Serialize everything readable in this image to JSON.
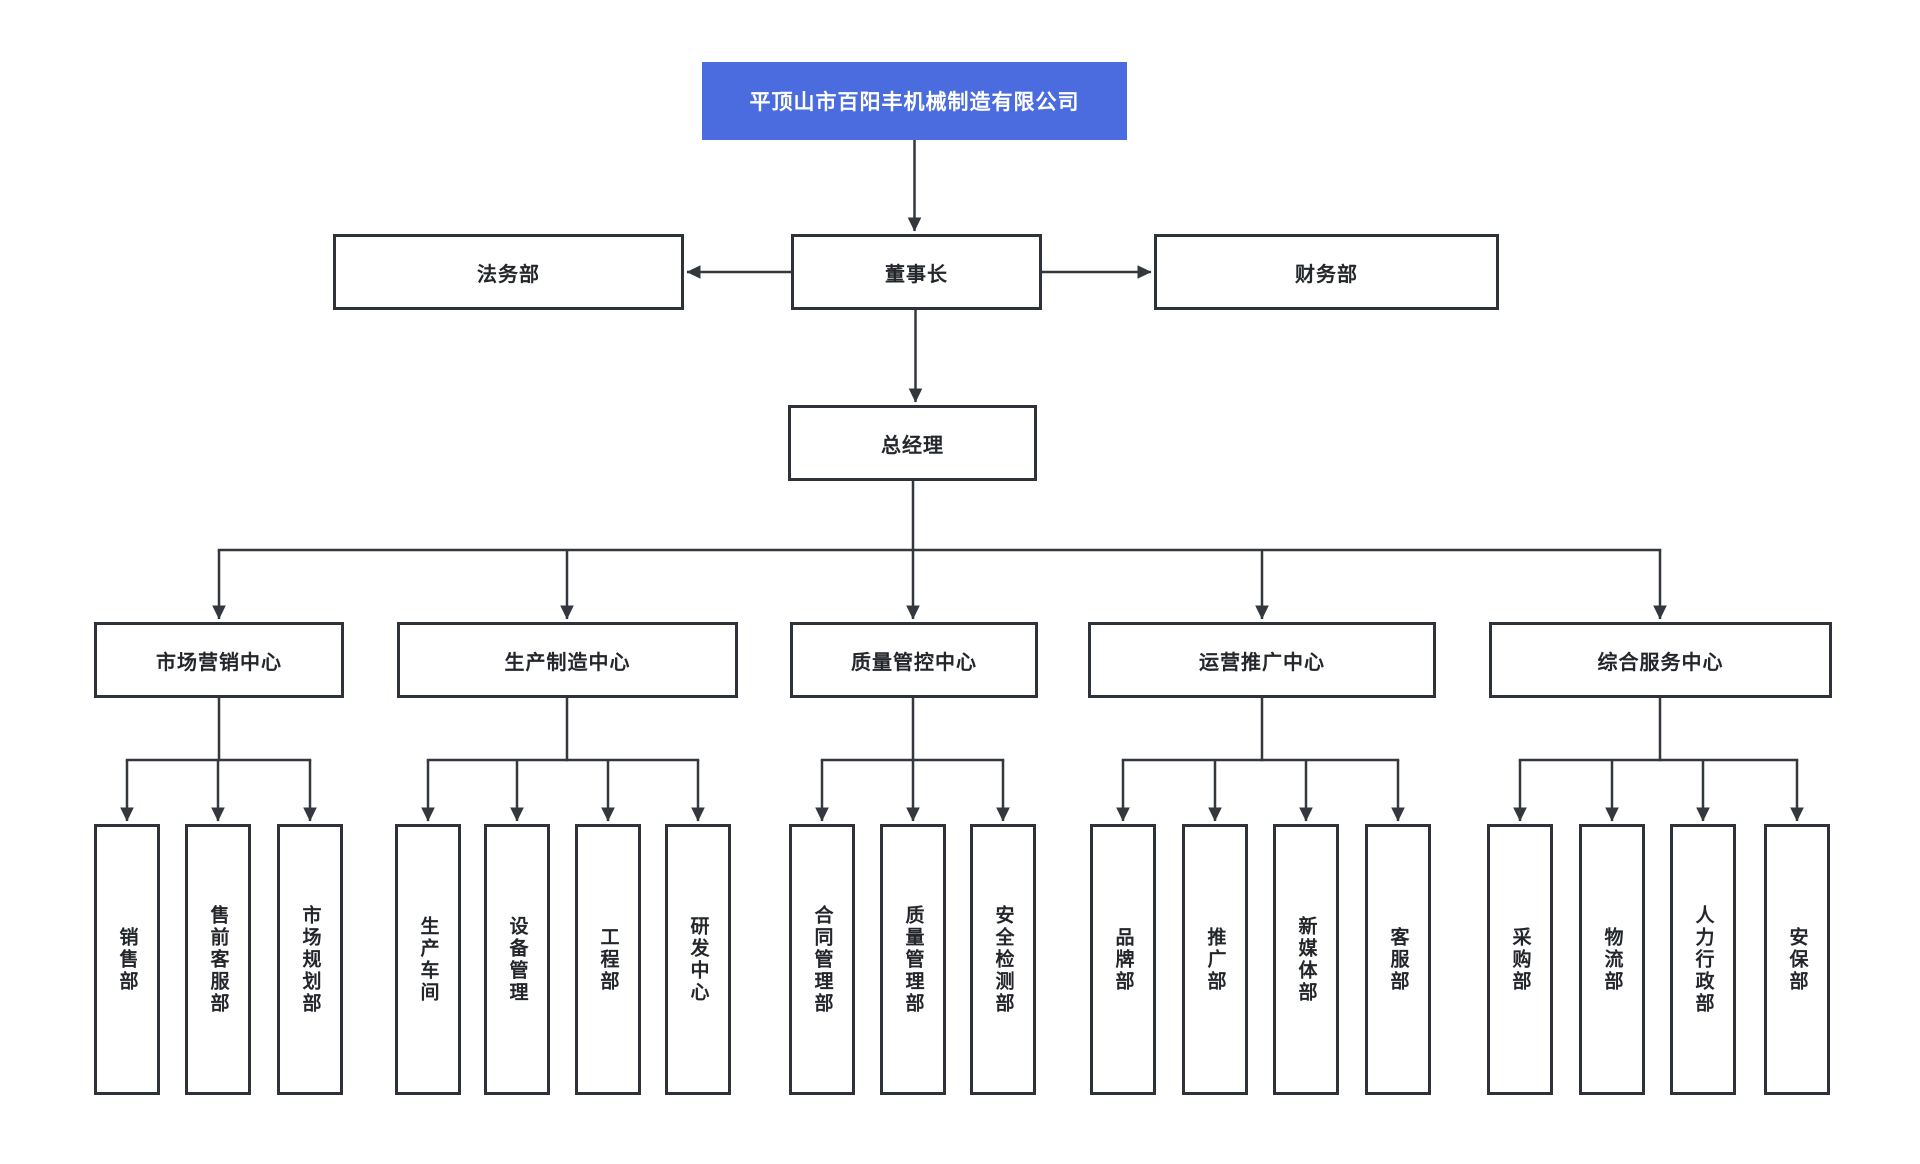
{
  "palette": {
    "root_fill": "#4a6cdf",
    "root_text": "#ffffff",
    "box_fill": "#ffffff",
    "box_border": "#2e323a",
    "box_text": "#23262b",
    "connector_line": "#33373e",
    "background": "#ffffff"
  },
  "org": {
    "company": "平顶山市百阳丰机械制造有限公司",
    "chairman": "董事长",
    "staff_left": "法务部",
    "staff_right": "财务部",
    "general_manager": "总经理",
    "centers": [
      {
        "label": "市场营销中心",
        "children": [
          "销售部",
          "售前客服部",
          "市场规划部"
        ]
      },
      {
        "label": "生产制造中心",
        "children": [
          "生产车间",
          "设备管理",
          "工程部",
          "研发中心"
        ]
      },
      {
        "label": "质量管控中心",
        "children": [
          "合同管理部",
          "质量管理部",
          "安全检测部"
        ]
      },
      {
        "label": "运营推广中心",
        "children": [
          "品牌部",
          "推广部",
          "新媒体部",
          "客服部"
        ]
      },
      {
        "label": "综合服务中心",
        "children": [
          "采购部",
          "物流部",
          "人力行政部",
          "安保部"
        ]
      }
    ]
  }
}
